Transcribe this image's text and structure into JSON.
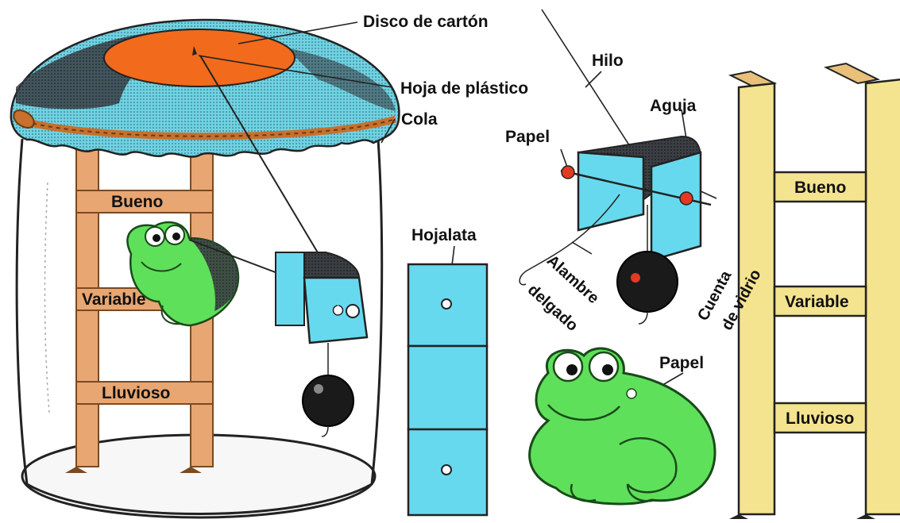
{
  "labels": {
    "disco": "Disco de cartón",
    "hilo": "Hilo",
    "hoja": "Hoja de plástico",
    "cola": "Cola",
    "papel_top": "Papel",
    "aguja": "Aguja",
    "hojalata": "Hojalata",
    "alambre_1": "Alambre",
    "alambre_2": "delgado",
    "cuenta_1": "Cuenta",
    "cuenta_2": "de vidrio",
    "papel_frog": "Papel"
  },
  "scales": {
    "jar": [
      "Bueno",
      "Variable",
      "Lluvioso"
    ],
    "right": [
      "Bueno",
      "Variable",
      "Lluvioso"
    ]
  },
  "colors": {
    "lid_blue": "#6fd3e3",
    "disc_orange": "#f26a1b",
    "twine": "#c8702c",
    "ladder_tan": "#e8a672",
    "ladder_yellow": "#f5e48f",
    "frog_green": "#5fe05a",
    "tin_blue": "#67d9ee",
    "bead_black": "#1a1a1a",
    "accent_red": "#e33a22"
  }
}
